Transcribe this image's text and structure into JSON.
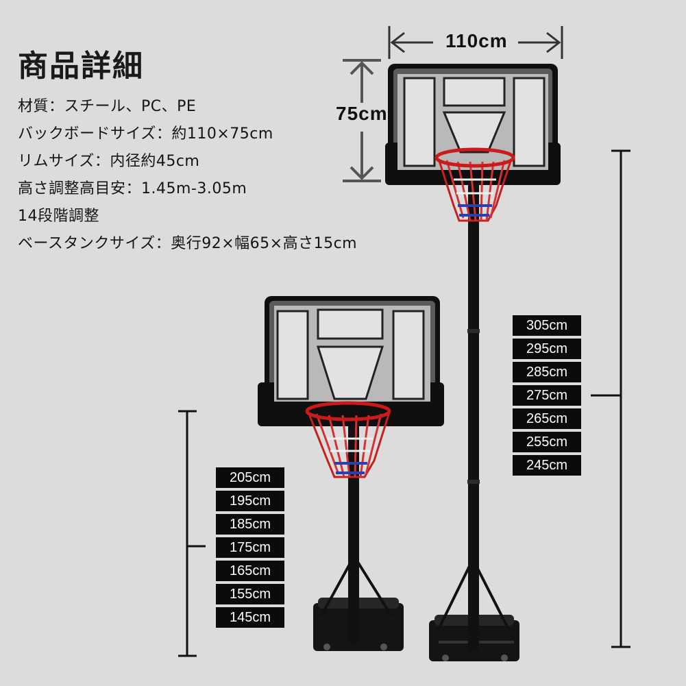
{
  "title": "商品詳細",
  "specs": [
    "材質：スチール、PC、PE",
    "バックボードサイズ：約110×75cm",
    "リムサイズ：内径約45cm",
    "高さ調整高目安：1.45m-3.05m",
    "14段階調整",
    "ベースタンクサイズ：奥行92×幅65×高さ15cm"
  ],
  "dimensions": {
    "width": "110cm",
    "height": "75cm"
  },
  "tall_heights": [
    "305cm",
    "295cm",
    "285cm",
    "275cm",
    "265cm",
    "255cm",
    "245cm"
  ],
  "short_heights": [
    "205cm",
    "195cm",
    "185cm",
    "175cm",
    "165cm",
    "155cm",
    "145cm"
  ],
  "colors": {
    "background": "#dcdcdc",
    "label_bg": "#0b0b0b",
    "rim": "#d01818",
    "net_red": "#d63030",
    "net_blue": "#2a3fb0"
  }
}
